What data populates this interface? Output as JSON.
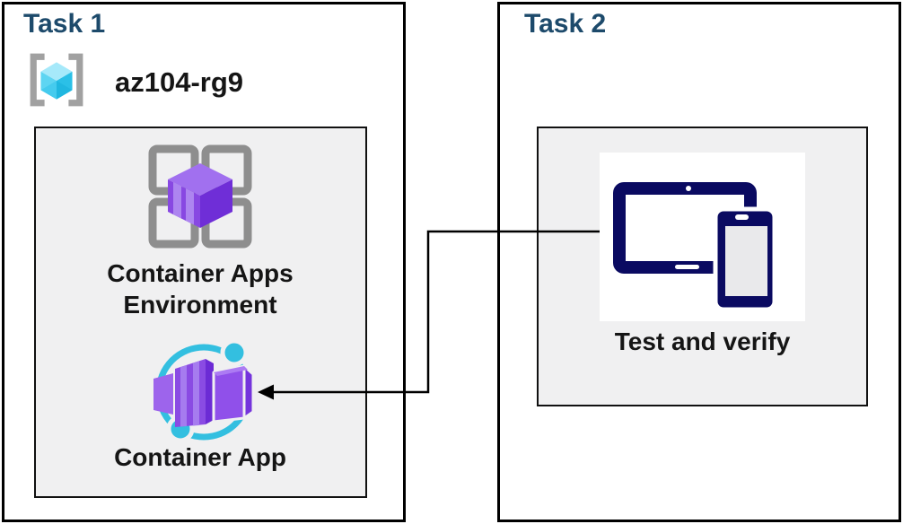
{
  "task1": {
    "title": "Task 1",
    "resource_group": {
      "name": "az104-rg9",
      "icon": "resource-group-icon"
    },
    "nodes": [
      {
        "label": "Container Apps Environment",
        "icon": "container-apps-environment-icon"
      },
      {
        "label": "Container App",
        "icon": "container-app-icon"
      }
    ]
  },
  "task2": {
    "title": "Task 2",
    "nodes": [
      {
        "label": "Test and verify",
        "icon": "tablet-phone-devices-icon"
      }
    ]
  },
  "connector": {
    "from": "test-and-verify-icon",
    "to": "container-app-icon",
    "style": "elbow-line-with-arrowhead",
    "color": "#000000"
  },
  "colors": {
    "task_title_text": "#1D4A6B",
    "label_text": "#151515",
    "outer_box_border": "#000000",
    "inner_box_bg": "#F0F0F1",
    "inner_box_border": "#111111",
    "navy_device": "#0A0A61",
    "cyan_accent": "#33BFE0",
    "purple_container": "#8A4BE3",
    "purple_light": "#A874F2",
    "purple_dark": "#6C2BD5",
    "gray_bracket": "#A1A1A1",
    "gray_squares": "#8E8E8E",
    "cube_top": "#A6E9FA",
    "cube_left": "#5ED5F2",
    "cube_right": "#2BC0E7"
  }
}
